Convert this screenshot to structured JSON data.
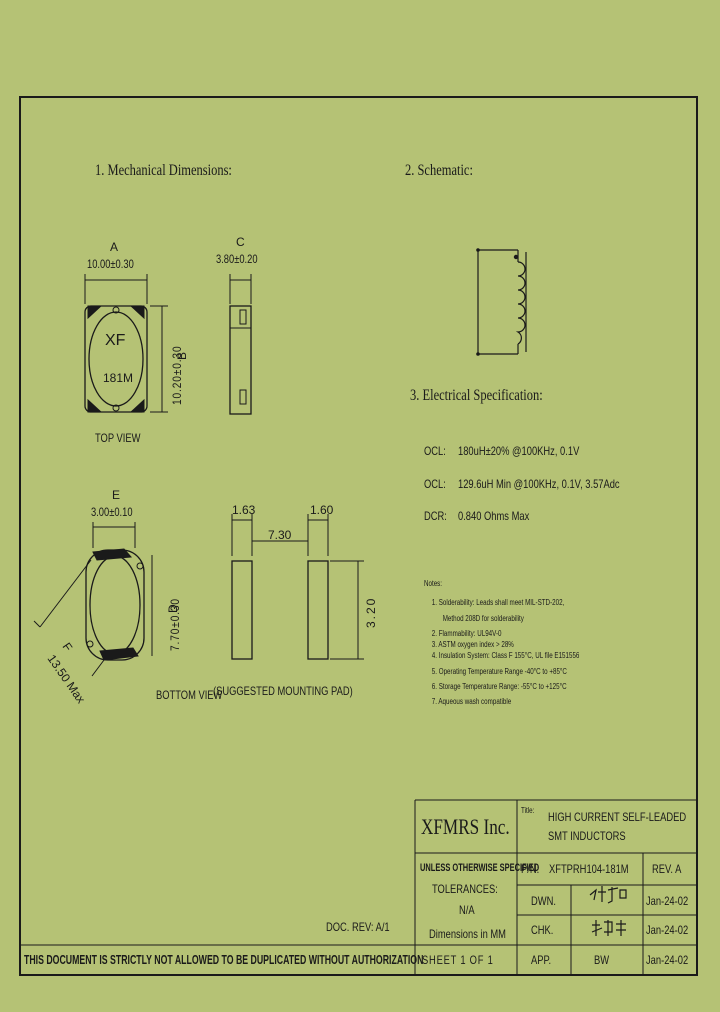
{
  "sections": {
    "mechanical": "1. Mechanical Dimensions:",
    "schematic": "2. Schematic:",
    "electrical": "3. Electrical Specification:"
  },
  "dims": {
    "a_letter": "A",
    "a_value": "10.00±0.30",
    "b_letter": "B",
    "b_value": "10.20±0.30",
    "c_letter": "C",
    "c_value": "3.80±0.20",
    "e_letter": "E",
    "e_value": "3.00±0.10",
    "d_letter": "D",
    "d_value": "7.70±0.30",
    "f_letter": "F",
    "f_value": "13.50 Max",
    "pad_left": "1.63",
    "pad_right": "1.60",
    "pad_gap": "7.30",
    "pad_height": "3.20"
  },
  "part_marking": {
    "brand": "XF",
    "code": "181M"
  },
  "view_labels": {
    "top": "TOP VIEW",
    "bottom": "BOTTOM VIEW",
    "pad": "(SUGGESTED MOUNTING PAD)"
  },
  "electrical": [
    {
      "label": "OCL:",
      "value": "180uH±20% @100KHz, 0.1V"
    },
    {
      "label": "OCL:",
      "value": "129.6uH Min @100KHz, 0.1V, 3.57Adc"
    },
    {
      "label": "DCR:",
      "value": "0.840 Ohms Max"
    }
  ],
  "notes": {
    "title": "Notes:",
    "items": [
      "1. Solderability: Leads shall meet MIL-STD-202,",
      "Method 208D for solderability",
      "2. Flammability: UL94V-0",
      "3. ASTM oxygen index > 28%",
      "4. Insulation System: Class F 155°C, UL file E151556",
      "5. Operating Temperature Range -40°C to +85°C",
      "6. Storage Temperature Range: -55°C to +125°C",
      "7. Aqueous wash compatible"
    ]
  },
  "title_block": {
    "company": "XFMRS Inc.",
    "title_label": "Title:",
    "title_line1": "HIGH CURRENT SELF-LEADED",
    "title_line2": "SMT INDUCTORS",
    "pn_label": "P/N:",
    "pn_value": "XFTPRH104-181M",
    "rev": "REV. A",
    "unless": "UNLESS OTHERWISE SPECIFIED",
    "tolerances": "TOLERANCES:",
    "tol_value": "N/A",
    "dimensions": "Dimensions in MM",
    "dwn_label": "DWN.",
    "dwn_date": "Jan-24-02",
    "chk_label": "CHK.",
    "chk_date": "Jan-24-02",
    "app_label": "APP.",
    "app_name": "BW",
    "app_date": "Jan-24-02",
    "sheet": "SHEET 1 OF 1",
    "doc_rev": "DOC. REV: A/1",
    "warning": "THIS DOCUMENT IS STRICTLY NOT ALLOWED TO BE DUPLICATED WITHOUT AUTHORIZATION"
  },
  "colors": {
    "background": "#b5c275",
    "ink": "#1a1a1a"
  }
}
